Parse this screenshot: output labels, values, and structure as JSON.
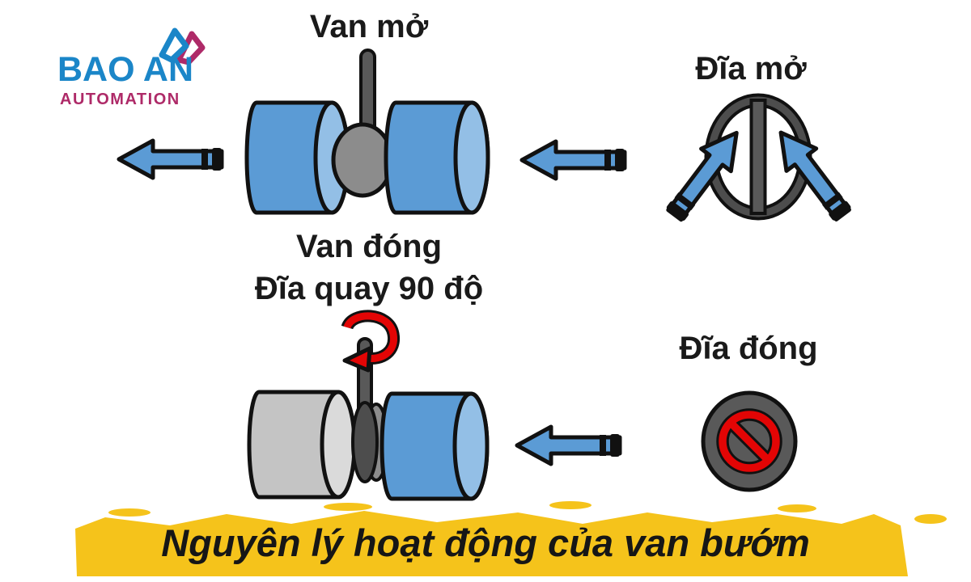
{
  "logo": {
    "brand": "BAO AN",
    "subtitle": "AUTOMATION"
  },
  "diagram": {
    "valve_open_label": "Van mở",
    "valve_closed_label": "Van đóng",
    "disc_rotate_label": "Đĩa quay 90 độ",
    "disc_open_label": "Đĩa mở",
    "disc_closed_label": "Đĩa đóng"
  },
  "banner": {
    "title": "Nguyên lý hoạt động của van bướm"
  },
  "colors": {
    "blue": "#5B9BD5",
    "light_blue": "#93BFE6",
    "gray": "#8C8C8C",
    "dark_gray": "#595959",
    "light_gray": "#C4C4C4",
    "light_gray_end": "#DADADA",
    "ring_gray": "#4D4D4D",
    "red": "#E30505",
    "yellow": "#F5C31B",
    "logo_blue": "#1B86C8",
    "logo_magenta": "#AE2A68",
    "ink": "#1A1A1A"
  }
}
